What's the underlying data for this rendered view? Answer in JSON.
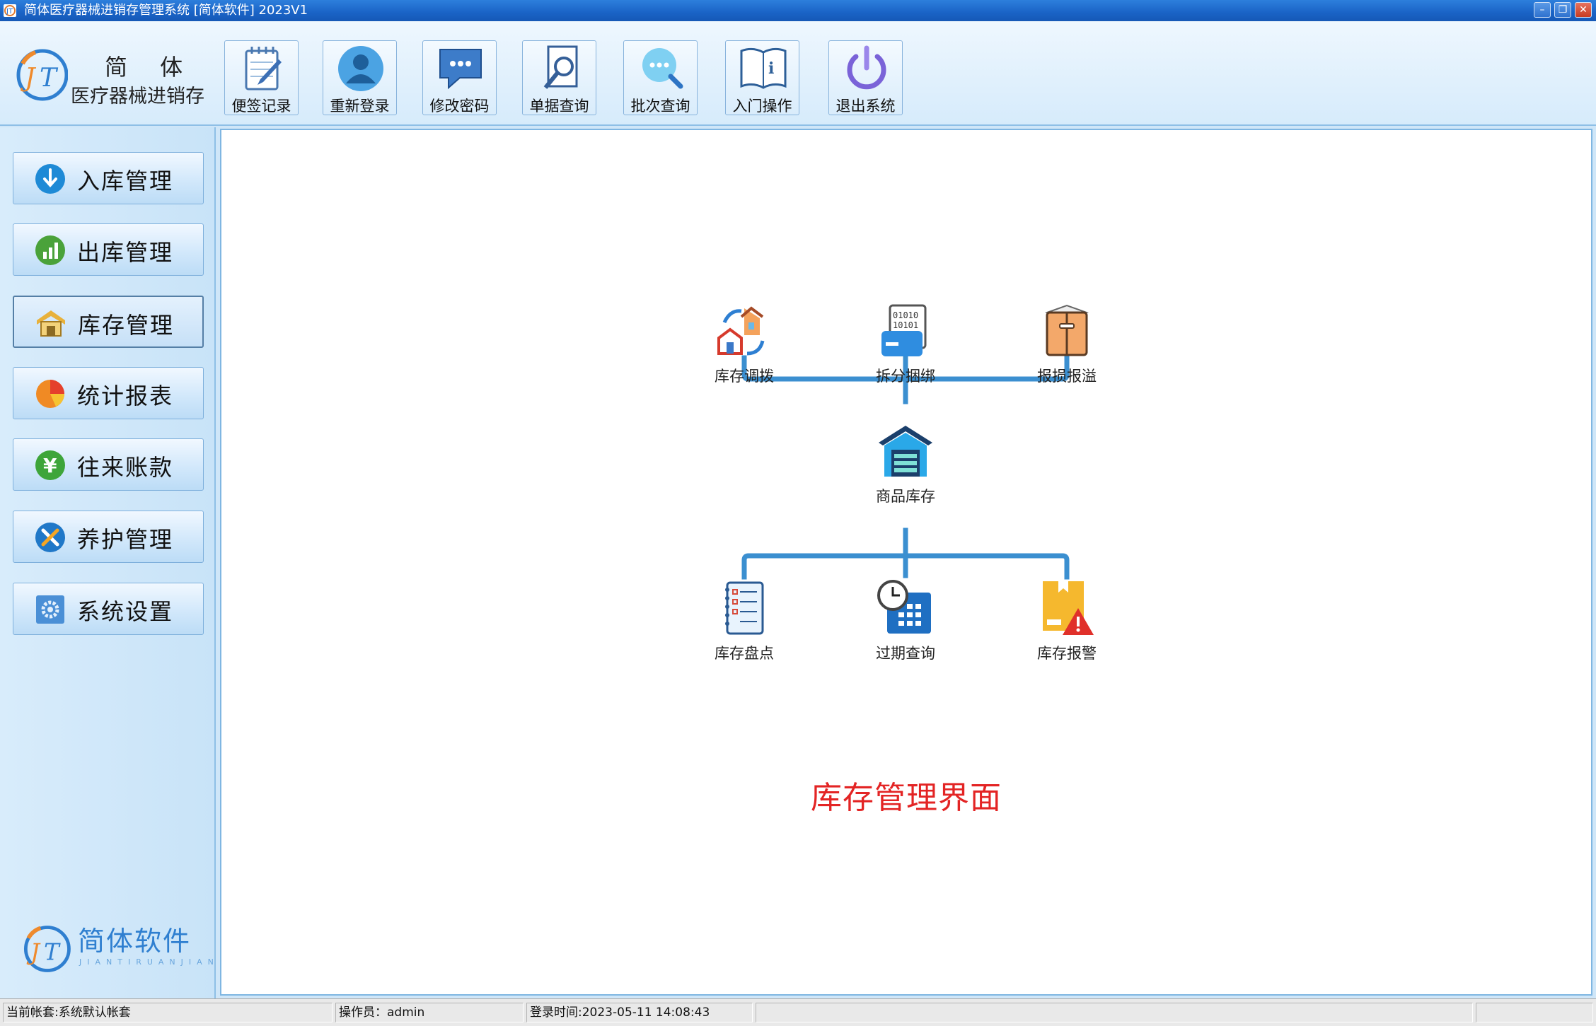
{
  "window": {
    "title": "简体医疗器械进销存管理系统 [简体软件] 2023V1",
    "controls": {
      "minimize": "–",
      "maximize": "❐",
      "close": "✕"
    }
  },
  "logo": {
    "line1": "简 体",
    "line2": "医疗器械进销存"
  },
  "toolbar": [
    {
      "label": "便签记录",
      "icon": "notepad-pen-icon"
    },
    {
      "label": "重新登录",
      "icon": "user-icon"
    },
    {
      "label": "修改密码",
      "icon": "password-chat-icon"
    },
    {
      "label": "单据查询",
      "icon": "document-search-icon"
    },
    {
      "label": "批次查询",
      "icon": "chat-search-icon"
    },
    {
      "label": "入门操作",
      "icon": "info-book-icon"
    },
    {
      "label": "退出系统",
      "icon": "power-icon"
    }
  ],
  "sidebar": {
    "items": [
      {
        "label": "入库管理",
        "icon": "arrow-down-circle-icon"
      },
      {
        "label": "出库管理",
        "icon": "bar-chart-circle-icon"
      },
      {
        "label": "库存管理",
        "icon": "warehouse-icon"
      },
      {
        "label": "统计报表",
        "icon": "pie-chart-icon"
      },
      {
        "label": "往来账款",
        "icon": "yen-circle-icon"
      },
      {
        "label": "养护管理",
        "icon": "tools-icon"
      },
      {
        "label": "系统设置",
        "icon": "gear-icon"
      }
    ],
    "active_index": 2,
    "brand": {
      "name": "简体软件",
      "pinyin": "JIANTIRUANJIAN"
    }
  },
  "diagram": {
    "top_nodes": [
      {
        "label": "库存调拨",
        "icon": "house-transfer-icon"
      },
      {
        "label": "拆分捆绑",
        "icon": "split-bundle-icon"
      },
      {
        "label": "报损报溢",
        "icon": "box-icon"
      }
    ],
    "center_node": {
      "label": "商品库存",
      "icon": "warehouse-store-icon"
    },
    "bottom_nodes": [
      {
        "label": "库存盘点",
        "icon": "checklist-icon"
      },
      {
        "label": "过期查询",
        "icon": "calendar-clock-icon"
      },
      {
        "label": "库存报警",
        "icon": "box-warning-icon"
      }
    ],
    "page_label": "库存管理界面",
    "connector_color": "#3b8fd0"
  },
  "status": {
    "account": "当前帐套:系统默认帐套",
    "operator": "操作员：admin",
    "login_time": "登录时间:2023-05-11 14:08:43",
    "empty1": "",
    "empty2": ""
  }
}
